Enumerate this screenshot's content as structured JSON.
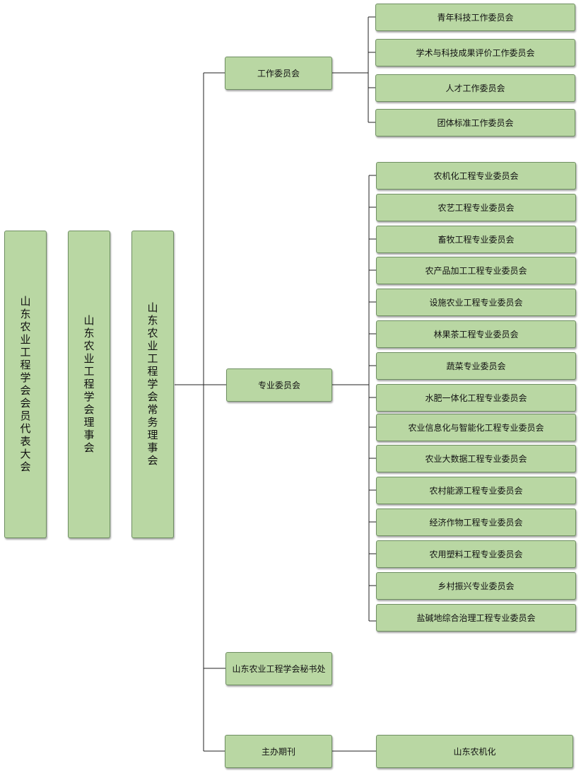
{
  "top_bodies": [
    "山东农业工程学会会员代表大会",
    "山东农业工程学会理事会",
    "山东农业工程学会常务理事会"
  ],
  "branches": {
    "work": {
      "label": "工作委员会",
      "children": [
        "青年科技工作委员会",
        "学术与科技成果评价工作委员会",
        "人才工作委员会",
        "团体标准工作委员会"
      ]
    },
    "special": {
      "label": "专业委员会",
      "children": [
        "农机化工程专业委员会",
        "农艺工程专业委员会",
        "畜牧工程专业委员会",
        "农产品加工工程专业委员会",
        "设施农业工程专业委员会",
        "林果茶工程专业委员会",
        "蔬菜专业委员会",
        "水肥一体化工程专业委员会",
        "农业信息化与智能化工程专业委员会",
        "农业大数据工程专业委员会",
        "农村能源工程专业委员会",
        "经济作物工程专业委员会",
        "农用塑料工程专业委员会",
        "乡村振兴专业委员会",
        "盐碱地综合治理工程专业委员会"
      ]
    },
    "secretariat": {
      "label": "山东农业工程学会秘书处"
    },
    "journal": {
      "label": "主办期刊",
      "children": [
        "山东农机化"
      ]
    }
  }
}
